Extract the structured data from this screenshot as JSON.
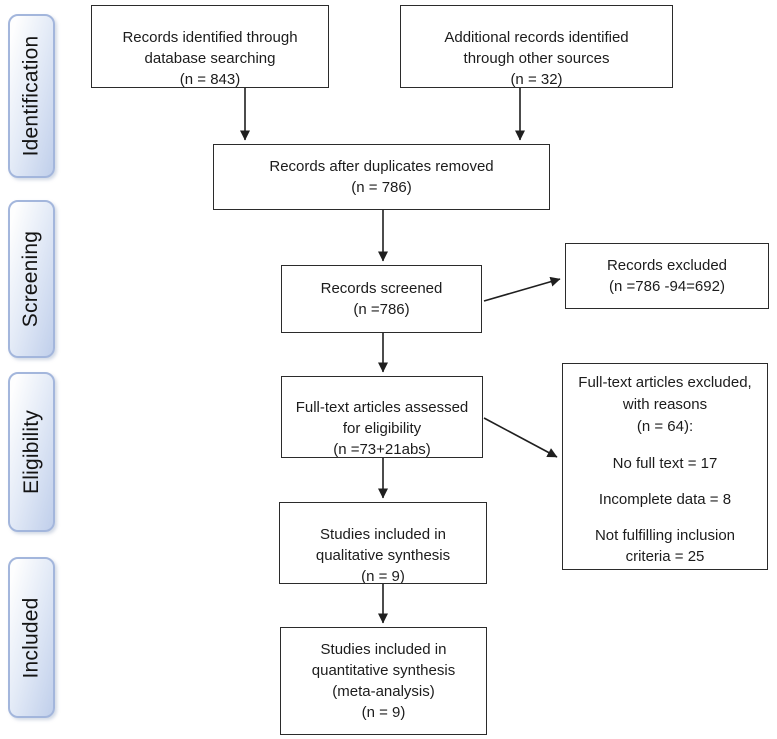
{
  "palette": {
    "box-border": "#2b2b2b",
    "text": "#1c1c1c",
    "arrow": "#1f1f1f",
    "stage-border": "#a3b6dc",
    "stage-fill-top": "#fefefe",
    "stage-fill-mid": "#e4ebf7",
    "stage-fill-bottom": "#c0cfeb"
  },
  "stages": [
    {
      "label": "Identification"
    },
    {
      "label": "Screening"
    },
    {
      "label": "Eligibility"
    },
    {
      "label": "Included"
    }
  ],
  "boxes": {
    "identified": {
      "lines": [
        "Records identified through",
        "database searching",
        "(n = 843)"
      ]
    },
    "additional": {
      "lines": [
        "Additional records identified",
        "through other sources",
        "(n = 32)"
      ]
    },
    "deduplicated": {
      "lines": [
        "Records after duplicates removed",
        "(n = 786)"
      ]
    },
    "screened": {
      "lines": [
        "Records screened",
        "(n =786)"
      ]
    },
    "records_excluded": {
      "lines": [
        "Records excluded",
        "(n =786 -94=692)"
      ]
    },
    "fulltext_assessed": {
      "lines": [
        "Full-text articles assessed",
        "for eligibility",
        "(n =73+21abs)"
      ]
    },
    "fulltext_excluded": {
      "lines": [
        "Full-text articles excluded,",
        "with reasons",
        "(n = 64):"
      ],
      "reasons": [
        "No full text = 17",
        "Incomplete data = 8",
        "Not fulfilling inclusion criteria = 25"
      ]
    },
    "qualitative": {
      "lines": [
        "Studies included in",
        "qualitative synthesis",
        "(n = 9)"
      ]
    },
    "quantitative": {
      "lines": [
        "Studies included in",
        "quantitative synthesis",
        "(meta-analysis)",
        "(n = 9)"
      ]
    }
  }
}
